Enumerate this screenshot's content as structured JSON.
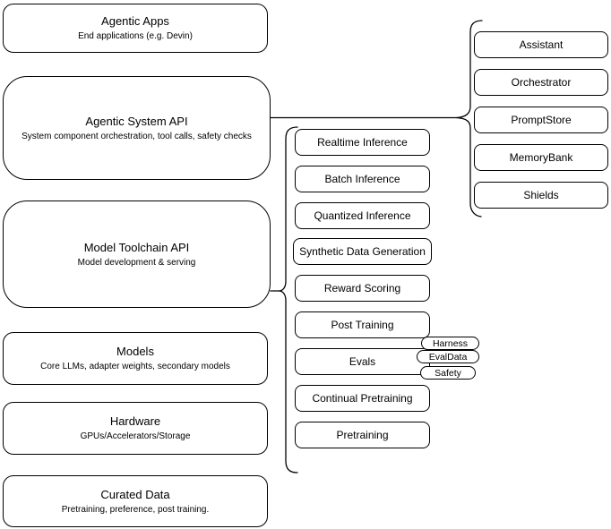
{
  "left_column": [
    {
      "title": "Agentic Apps",
      "subtitle": "End applications (e.g. Devin)"
    },
    {
      "title": "Agentic System API",
      "subtitle": "System component orchestration, tool calls, safety checks"
    },
    {
      "title": "Model Toolchain API",
      "subtitle": "Model development & serving"
    },
    {
      "title": "Models",
      "subtitle": "Core LLMs, adapter weights, secondary models"
    },
    {
      "title": "Hardware",
      "subtitle": "GPUs/Accelerators/Storage"
    },
    {
      "title": "Curated Data",
      "subtitle": "Pretraining, preference, post training."
    }
  ],
  "toolchain_group": [
    "Realtime Inference",
    "Batch Inference",
    "Quantized Inference",
    "Synthetic Data Generation",
    "Reward Scoring",
    "Post Training",
    "Evals",
    "Continual Pretraining",
    "Pretraining"
  ],
  "evals_pills": [
    "Harness",
    "EvalData",
    "Safety"
  ],
  "agentic_group": [
    "Assistant",
    "Orchestrator",
    "PromptStore",
    "MemoryBank",
    "Shields"
  ],
  "colors": {
    "stroke": "#000000",
    "fill": "#ffffff",
    "text": "#000000"
  }
}
